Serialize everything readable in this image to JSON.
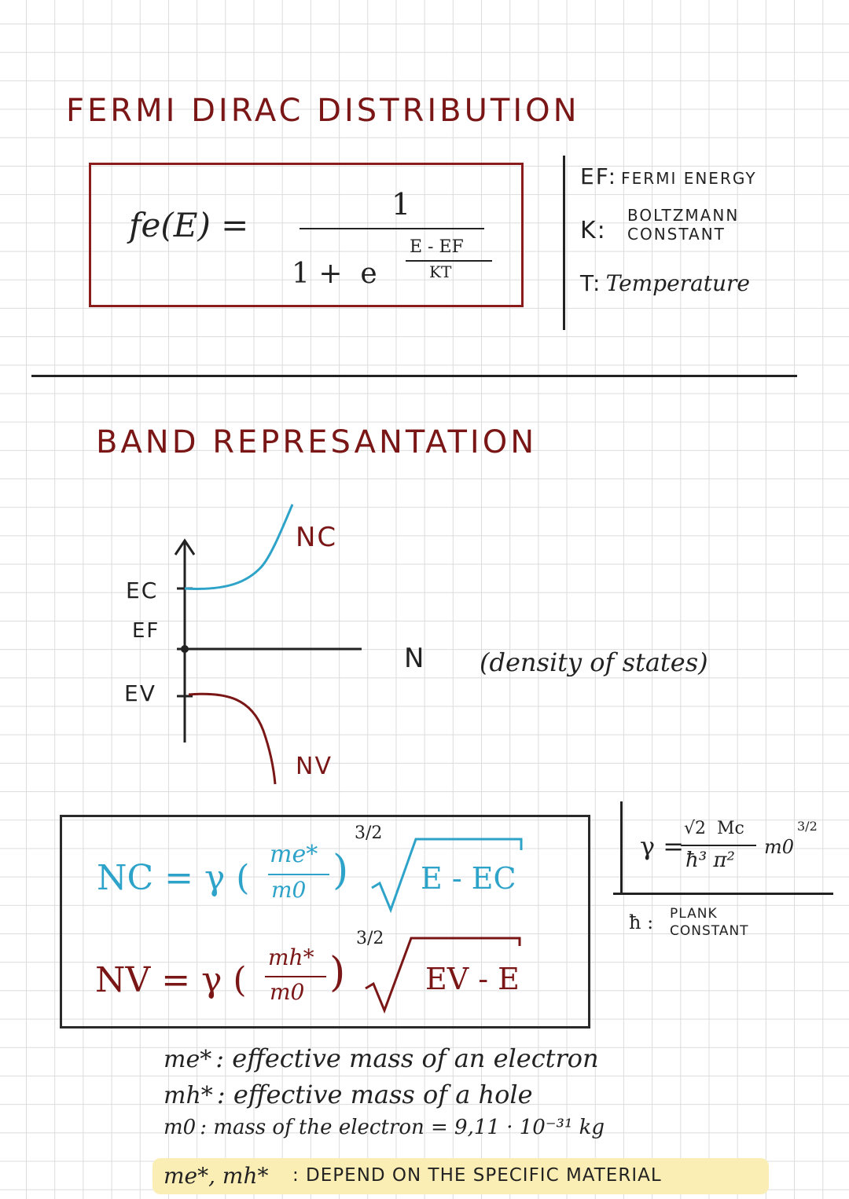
{
  "fermi": {
    "title": "FERMI DIRAC DISTRIBUTION",
    "formula": {
      "lhs": "fe(E) =",
      "numerator": "1",
      "denominator_base": "1 +  e",
      "exp_numerator": "E - EF",
      "exp_denominator": "KT"
    },
    "legend": [
      {
        "symbol": "EF:",
        "text": "FERMI ENERGY"
      },
      {
        "symbol": "K:",
        "text": "BOLTZMANN CONSTANT"
      },
      {
        "symbol": "T:",
        "text": "Temperature"
      }
    ]
  },
  "band": {
    "title": "BAND REPRESANTATION",
    "diagram": {
      "label_ec": "EC",
      "label_ef": "EF",
      "label_ev": "EV",
      "label_nc": "NC",
      "label_nv": "NV",
      "label_n": "N",
      "caption": "(density of states)"
    },
    "equations": {
      "nc_lhs": "NC = γ (",
      "nc_frac_num": "me*",
      "nc_frac_den": "m0",
      "nc_exp": "3/2",
      "nc_root": "E - EC",
      "nv_lhs": "NV = γ (",
      "nv_frac_num": "mh*",
      "nv_frac_den": "m0",
      "nv_exp": "3/2",
      "nv_root": "EV - E"
    },
    "gamma": {
      "lhs": "γ =",
      "num": "√2  Mc",
      "den": "ħ³ π²",
      "tail": "m0",
      "tail_exp": "3/2",
      "hbar_label": "ħ :",
      "hbar_desc": "PLANK CONSTANT"
    },
    "definitions": [
      {
        "symbol": "me*",
        "text": ": effective mass of an electron"
      },
      {
        "symbol": "mh*",
        "text": ": effective mass of a hole"
      },
      {
        "symbol": "m0",
        "text": ": mass of the electron = 9,11 · 10⁻³¹ kg"
      }
    ],
    "note": {
      "symbol": "me*, mh*",
      "text": ": DEPEND ON THE SPECIFIC MATERIAL"
    }
  },
  "colors": {
    "title": "#7a1616",
    "box": "#8b1c1c",
    "blue": "#2ea3c9",
    "highlight": "#fbeeb4"
  }
}
